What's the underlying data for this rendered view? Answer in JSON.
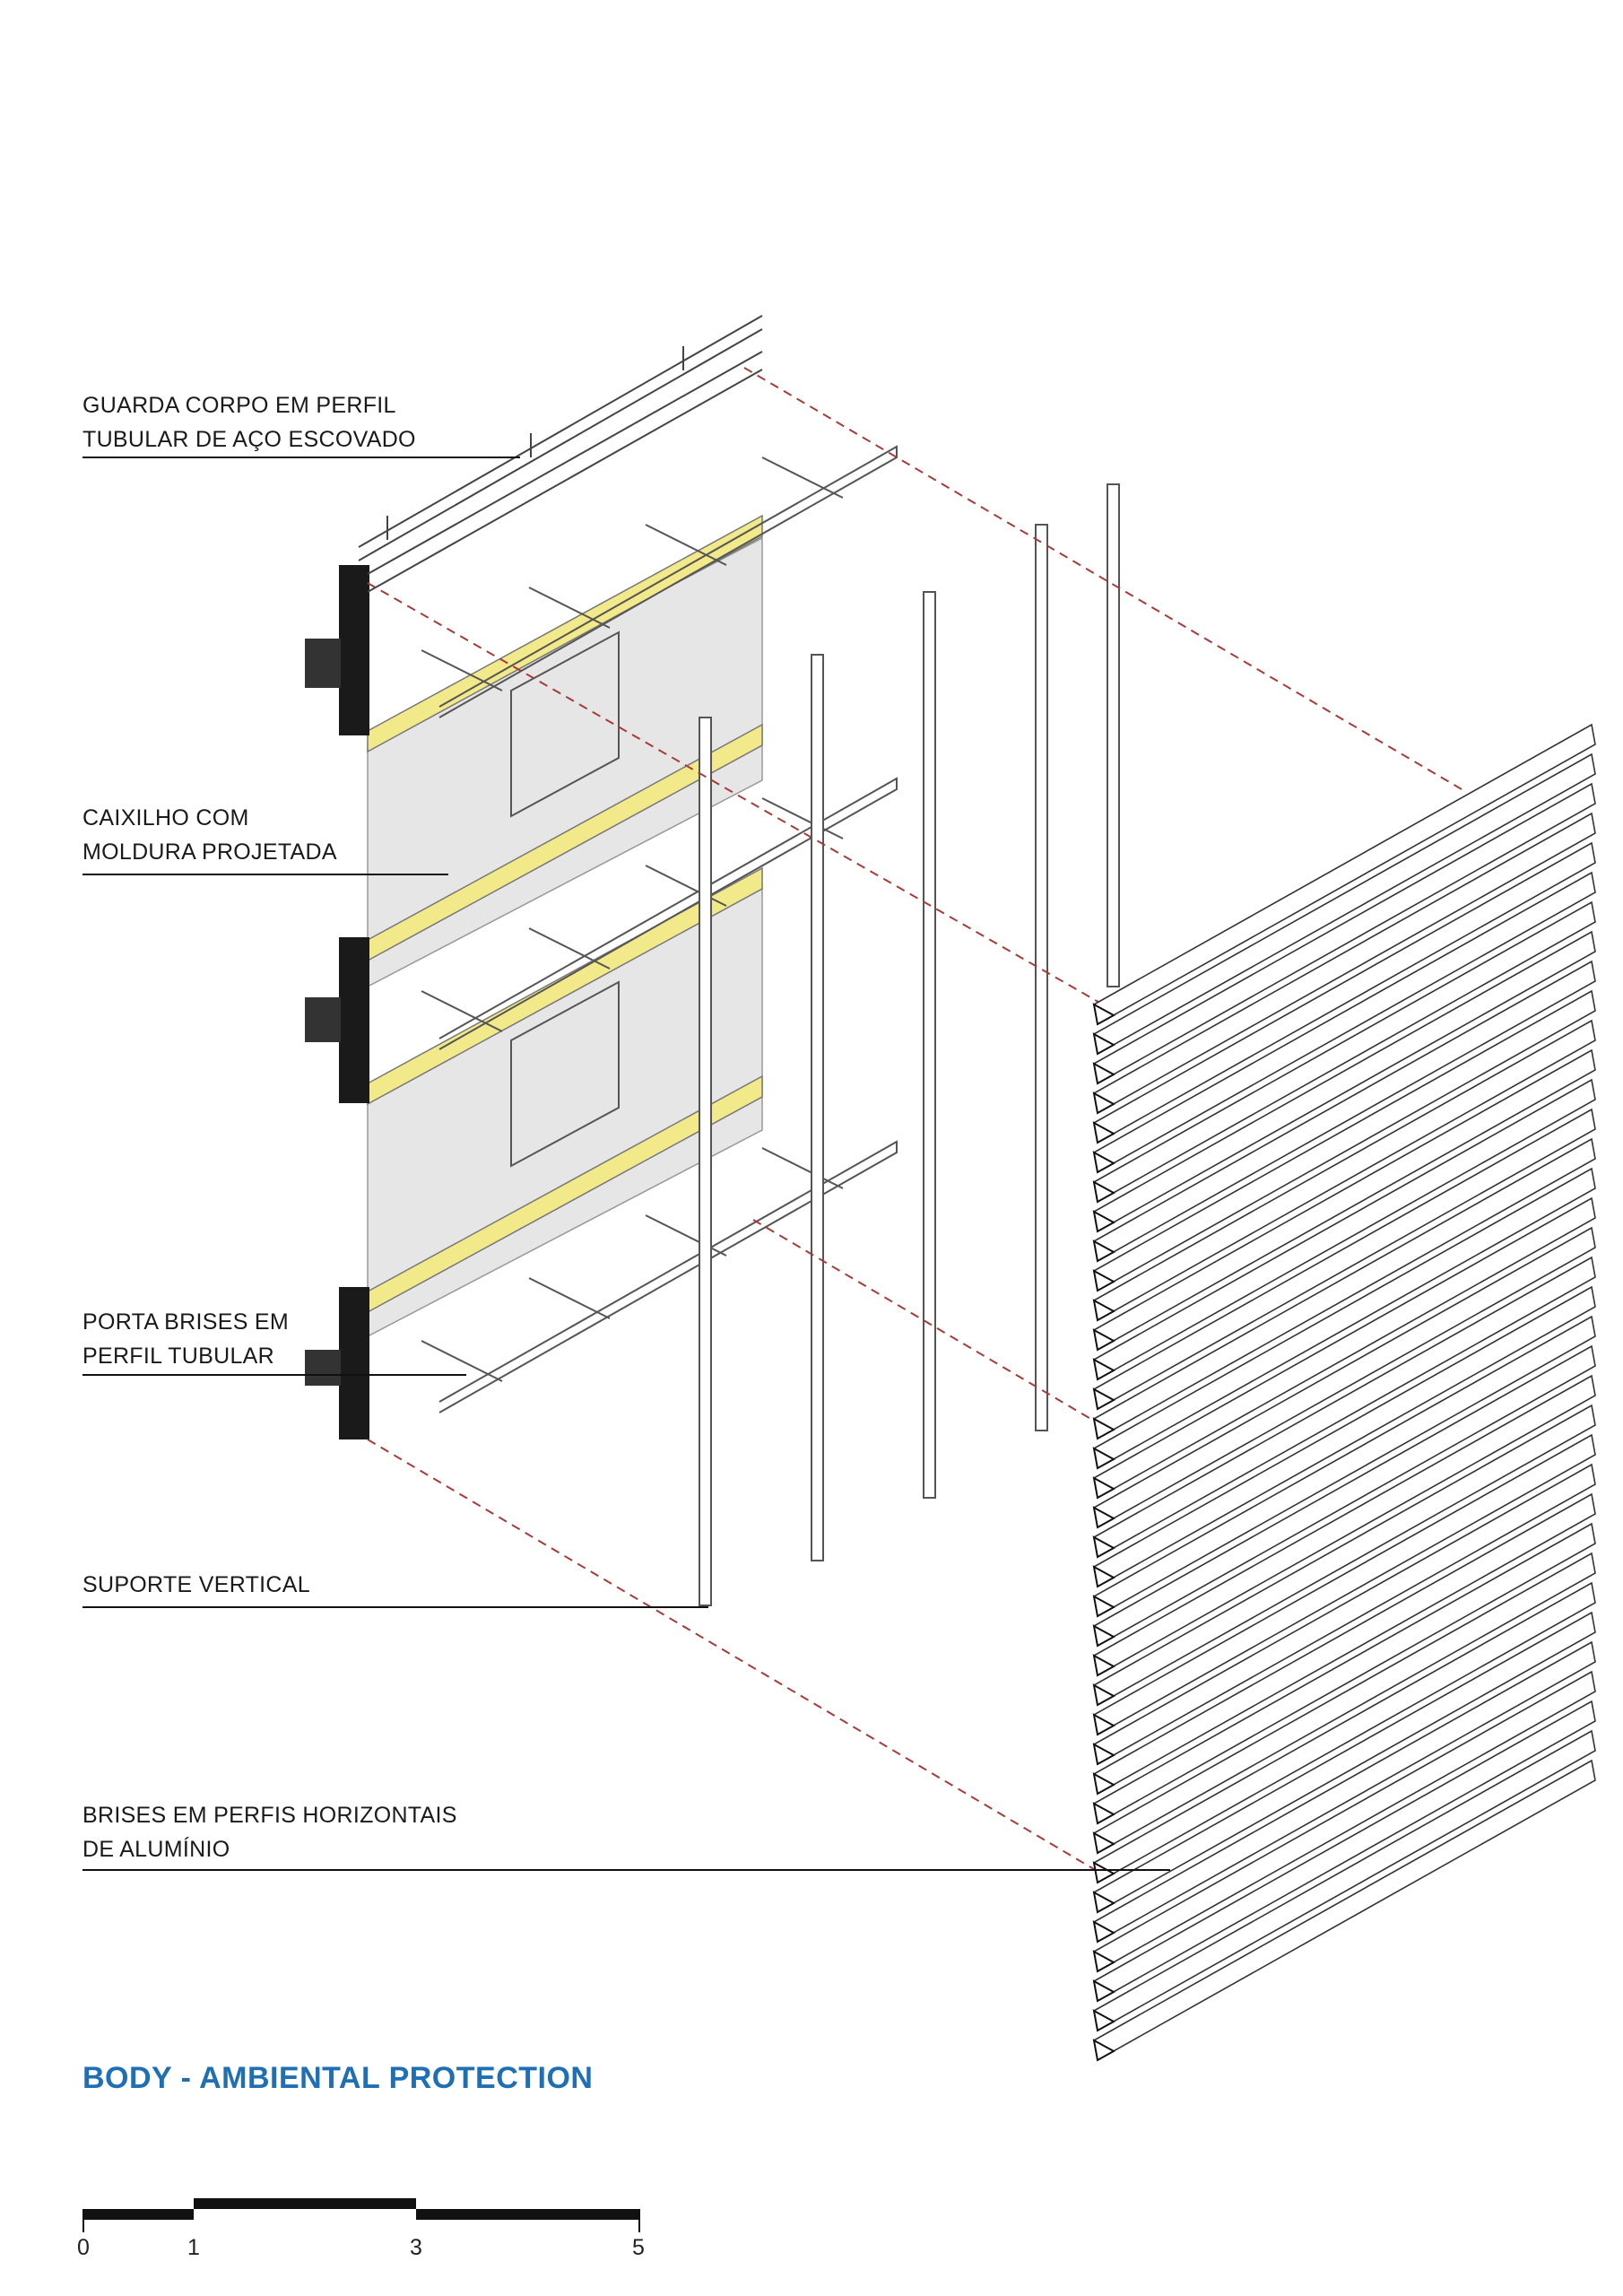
{
  "labels": [
    {
      "id": "guarda-corpo",
      "lines": [
        "GUARDA CORPO EM PERFIL",
        "TUBULAR DE AÇO ESCOVADO"
      ]
    },
    {
      "id": "caixilho",
      "lines": [
        "CAIXILHO COM",
        "MOLDURA PROJETADA"
      ]
    },
    {
      "id": "porta-brises",
      "lines": [
        "PORTA BRISES EM",
        "PERFIL TUBULAR"
      ]
    },
    {
      "id": "suporte-vertical",
      "lines": [
        "SUPORTE VERTICAL"
      ]
    },
    {
      "id": "brises",
      "lines": [
        "BRISES EM PERFIS HORIZONTAIS",
        "DE ALUMÍNIO"
      ]
    }
  ],
  "title": "BODY - AMBIENTAL PROTECTION",
  "scale_bar": {
    "ticks": [
      "0",
      "1",
      "3",
      "5"
    ]
  },
  "colors": {
    "accent_title": "#1f6fb5",
    "slab_highlight": "#f2ea8a",
    "projection_line": "#a83a3a",
    "glass": "#e6e6e6"
  }
}
